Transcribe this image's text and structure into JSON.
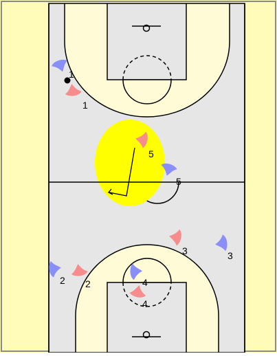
{
  "colors": {
    "outer": "#fffbb8",
    "court": "#e6e6e6",
    "paint": "#fffbd6",
    "lines": "#000000",
    "offense": "#f78c8c",
    "defense": "#8a8ef7",
    "highlight": "#ffff00",
    "frame": "#8a8a8a"
  },
  "players": {
    "offense": [
      {
        "label": "1",
        "icon": "offense-player-icon"
      },
      {
        "label": "5",
        "icon": "offense-player-icon"
      },
      {
        "label": "3",
        "icon": "offense-player-icon"
      },
      {
        "label": "2",
        "icon": "offense-player-icon"
      },
      {
        "label": "4",
        "icon": "offense-player-icon"
      }
    ],
    "defense": [
      {
        "label": "1",
        "icon": "defense-player-icon"
      },
      {
        "label": "5",
        "icon": "defense-player-icon"
      },
      {
        "label": "3",
        "icon": "defense-player-icon"
      },
      {
        "label": "2",
        "icon": "defense-player-icon"
      },
      {
        "label": "4",
        "icon": "defense-player-icon"
      }
    ]
  },
  "ball": {
    "icon": "ball-icon"
  }
}
